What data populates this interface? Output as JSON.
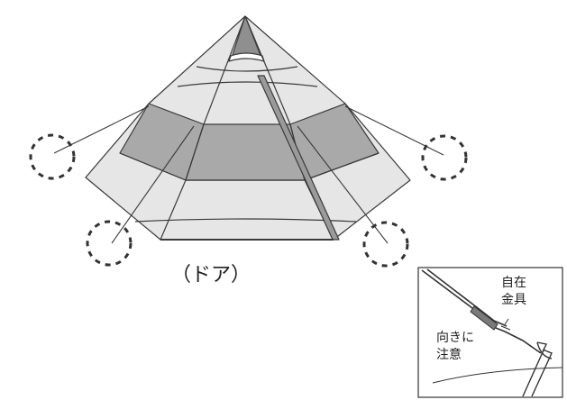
{
  "diagram": {
    "door_label": "（ドア）",
    "inset": {
      "hardware_line1": "自在",
      "hardware_line2": "金具",
      "orientation_line1": "向きに",
      "orientation_line2": "注意"
    }
  },
  "colors": {
    "stroke": "#3a3a3a",
    "fabric_light": "#e6e6e6",
    "fabric_dark": "#a9a9a9",
    "peak": "#8f8f8f",
    "door_strip": "#9a9a9a",
    "peg_circle": "#333333"
  }
}
